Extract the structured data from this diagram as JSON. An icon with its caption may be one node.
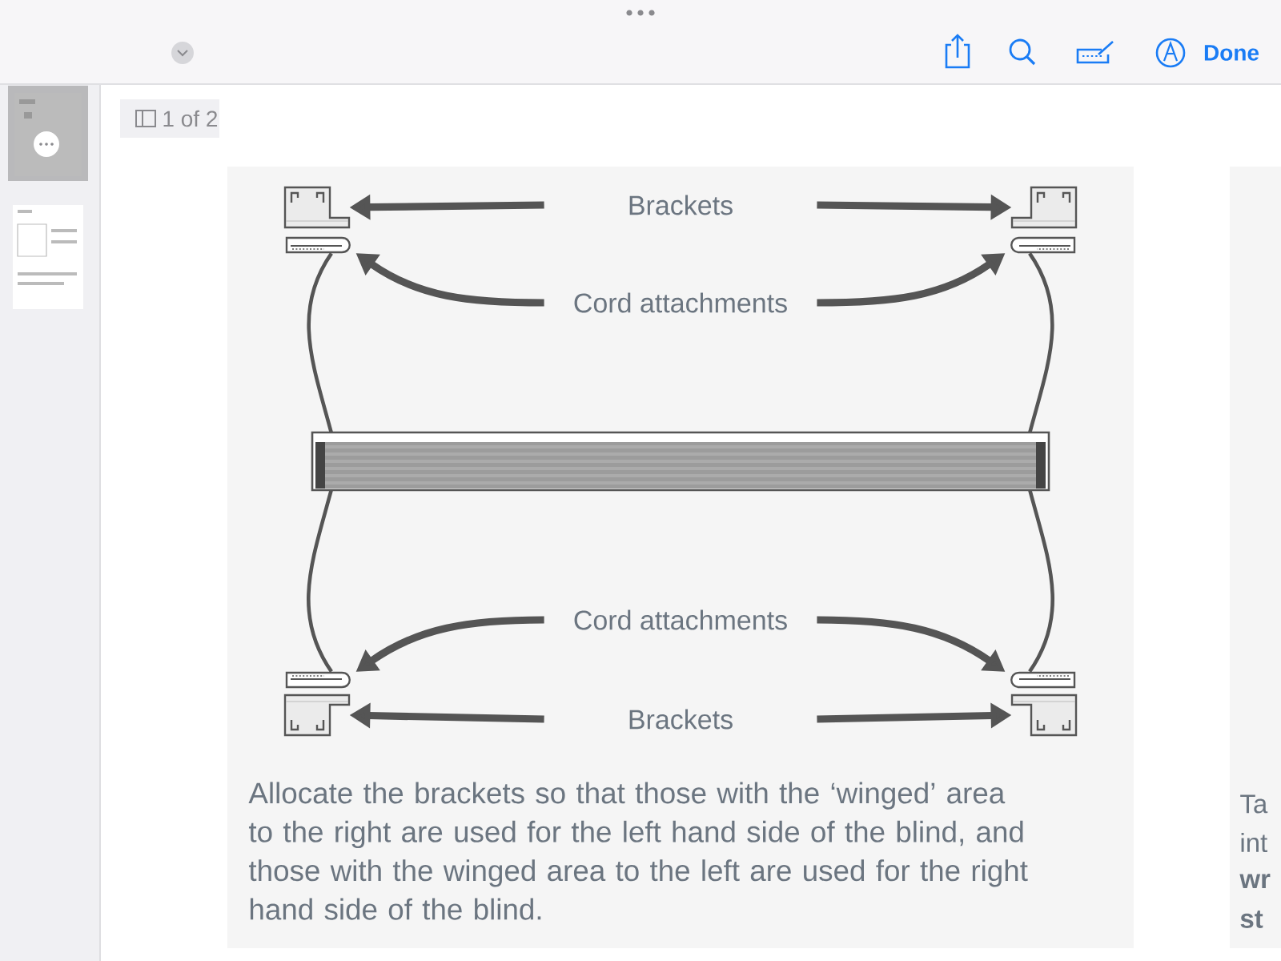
{
  "diagram": {
    "nodes": [
      {
        "text": [
          "Brackets"
        ]
      },
      {
        "text": [],
        "shape": "picture"
      },
      {
        "text": [],
        "shape": "picture"
      },
      {
        "text": [
          "Cord attachments"
        ]
      },
      {
        "text": [],
        "shape": "picture"
      },
      {
        "text": [],
        "shape": "picture"
      },
      {
        "text": [],
        "shape": "picture"
      },
      {
        "text": [],
        "shape": "picture"
      },
      {
        "text": [],
        "shape": "picture"
      },
      {
        "text": [
          "Cord attachments"
        ]
      },
      {
        "text": [
          "Brackets"
        ]
      },
      {
        "text": [],
        "shape": "picture"
      },
      {
        "text": [],
        "shape": "picture"
      }
    ],
    "edges": [
      {
        "from": 0,
        "to": 1,
        "arrow": "to"
      },
      {
        "from": 0,
        "to": 2,
        "arrow": "to"
      },
      {
        "from": 3,
        "to": 4,
        "arrow": "to"
      },
      {
        "from": 3,
        "to": 5,
        "arrow": "to"
      },
      {
        "from": 4,
        "to": 6,
        "arrow": "none"
      },
      {
        "from": 5,
        "to": 6,
        "arrow": "none"
      },
      {
        "from": 6,
        "to": 7,
        "arrow": "none"
      },
      {
        "from": 6,
        "to": 8,
        "arrow": "none"
      },
      {
        "from": 9,
        "to": 7,
        "arrow": "to"
      },
      {
        "from": 9,
        "to": 8,
        "arrow": "to"
      },
      {
        "from": 10,
        "to": 11,
        "arrow": "to"
      },
      {
        "from": 10,
        "to": 12,
        "arrow": "to"
      }
    ],
    "labels": [
      "1 of 2",
      "Done",
      "Allocate the brackets so that those with the ‘winged’ area to the right are used for the left hand side of the blind, and those with the winged area to the left are used for the right hand side of the blind.",
      "Ta",
      "int",
      "wr",
      "st"
    ]
  }
}
